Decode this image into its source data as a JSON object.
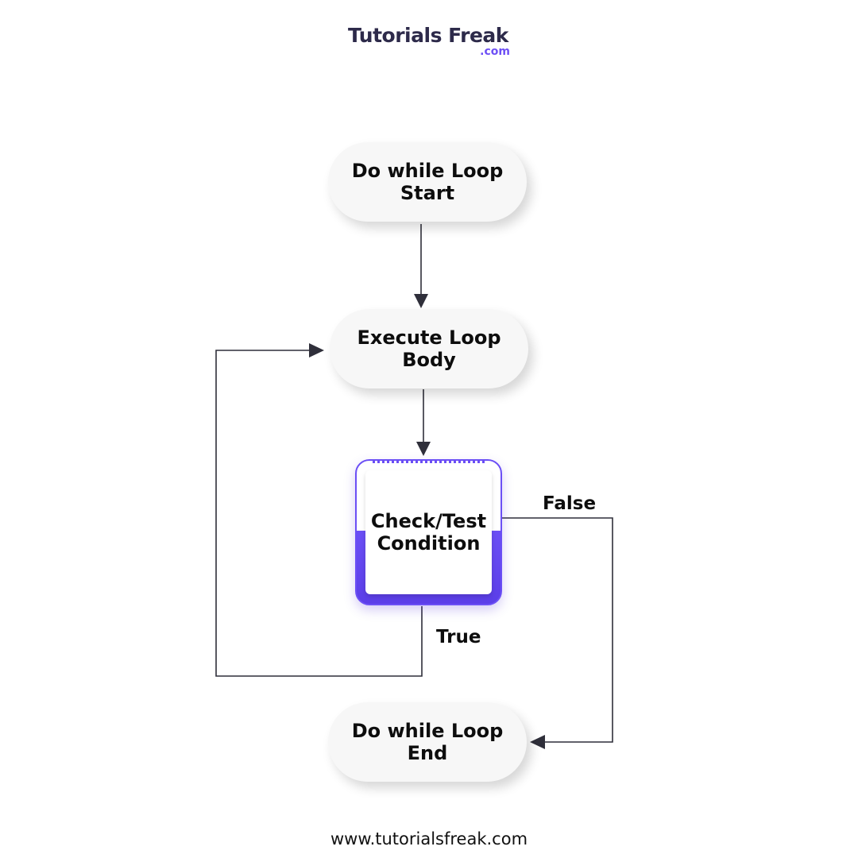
{
  "brand": {
    "name": "Tutorials Freak",
    "suffix": ".com",
    "color_primary": "#2d2a4a",
    "color_accent": "#6d4ff5"
  },
  "nodes": {
    "start": {
      "line1": "Do while Loop",
      "line2": "Start"
    },
    "body": {
      "line1": "Execute Loop",
      "line2": "Body"
    },
    "condition": {
      "line1": "Check/Test",
      "line2": "Condition"
    },
    "end": {
      "line1": "Do while Loop",
      "line2": "End"
    }
  },
  "edges": {
    "false_label": "False",
    "true_label": "True"
  },
  "footer": {
    "url": "www.tutorialsfreak.com"
  },
  "colors": {
    "connector": "#2f2f3a",
    "decision_accent": "#6b4ff5",
    "node_fill": "#f7f7f7"
  }
}
